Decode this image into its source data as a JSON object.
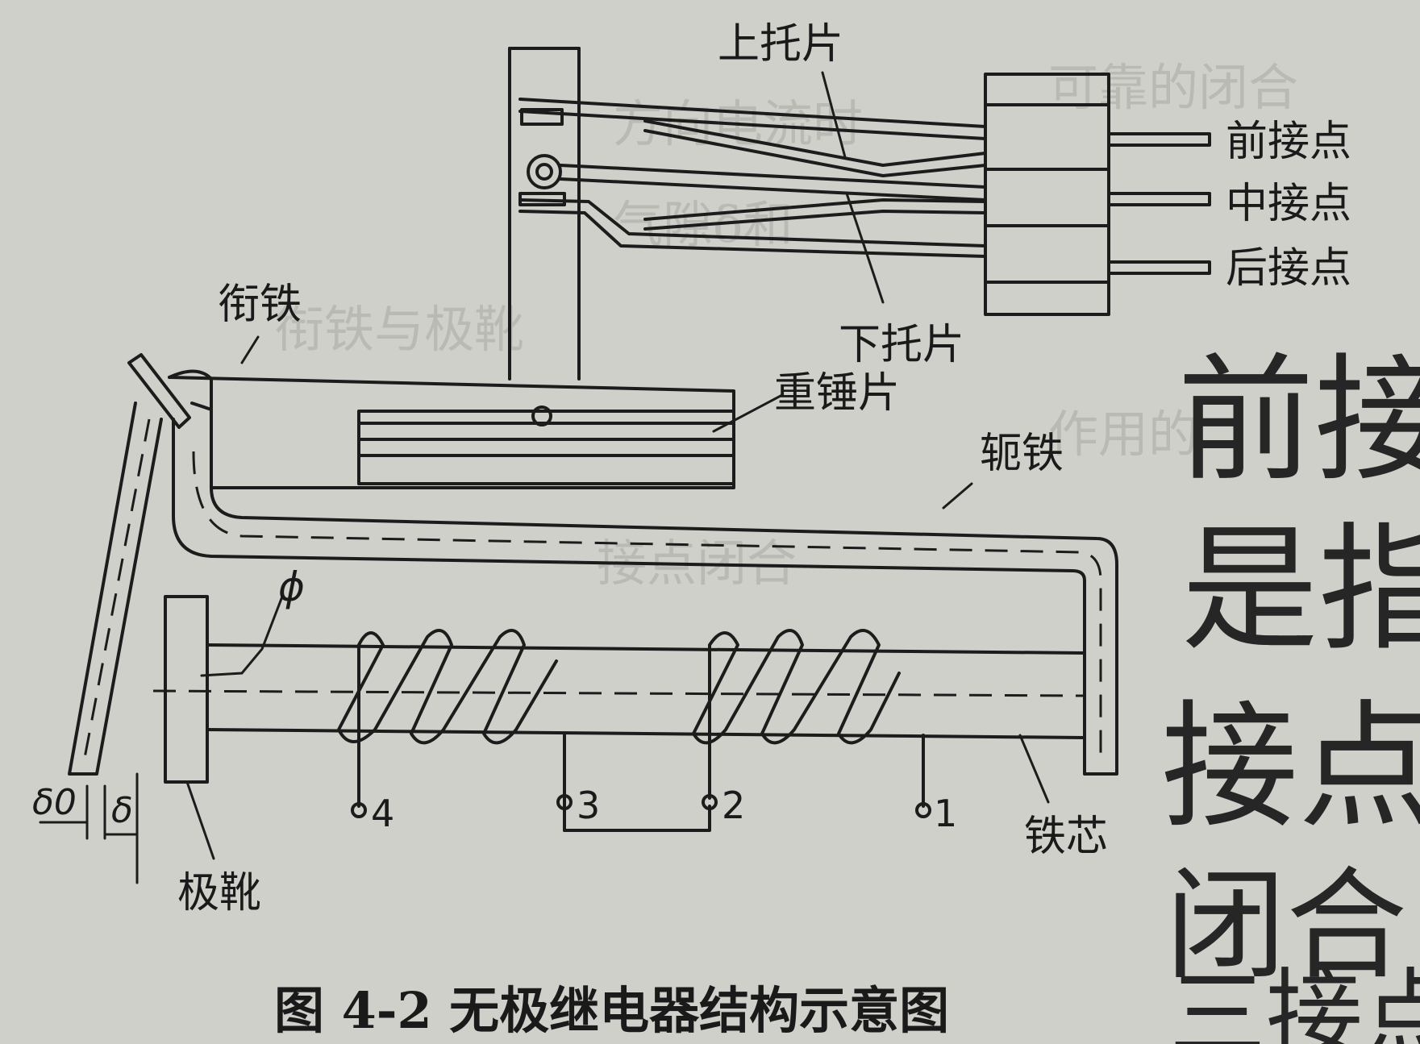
{
  "labels": {
    "upper_bracket": "上托片",
    "front_contact": "前接点",
    "middle_contact": "中接点",
    "back_contact": "后接点",
    "lower_bracket": "下托片",
    "armature": "衔铁",
    "weight_plate": "重锤片",
    "yoke": "轭铁",
    "flux": "ϕ",
    "pole_shoe": "极靴",
    "iron_core": "铁芯",
    "delta0": "δ0",
    "delta": "δ",
    "terminal_1": "1",
    "terminal_2": "2",
    "terminal_3": "3",
    "terminal_4": "4"
  },
  "caption": "图 4-2   无极继电器结构示意图",
  "handwriting": [
    "前接",
    "是指",
    "接点",
    "闭合电",
    "三接点"
  ],
  "background_text": [
    "可靠的闭合",
    "方向电流时",
    "气隙δ和",
    "衔铁与极靴",
    "作用的",
    "接点闭合"
  ]
}
